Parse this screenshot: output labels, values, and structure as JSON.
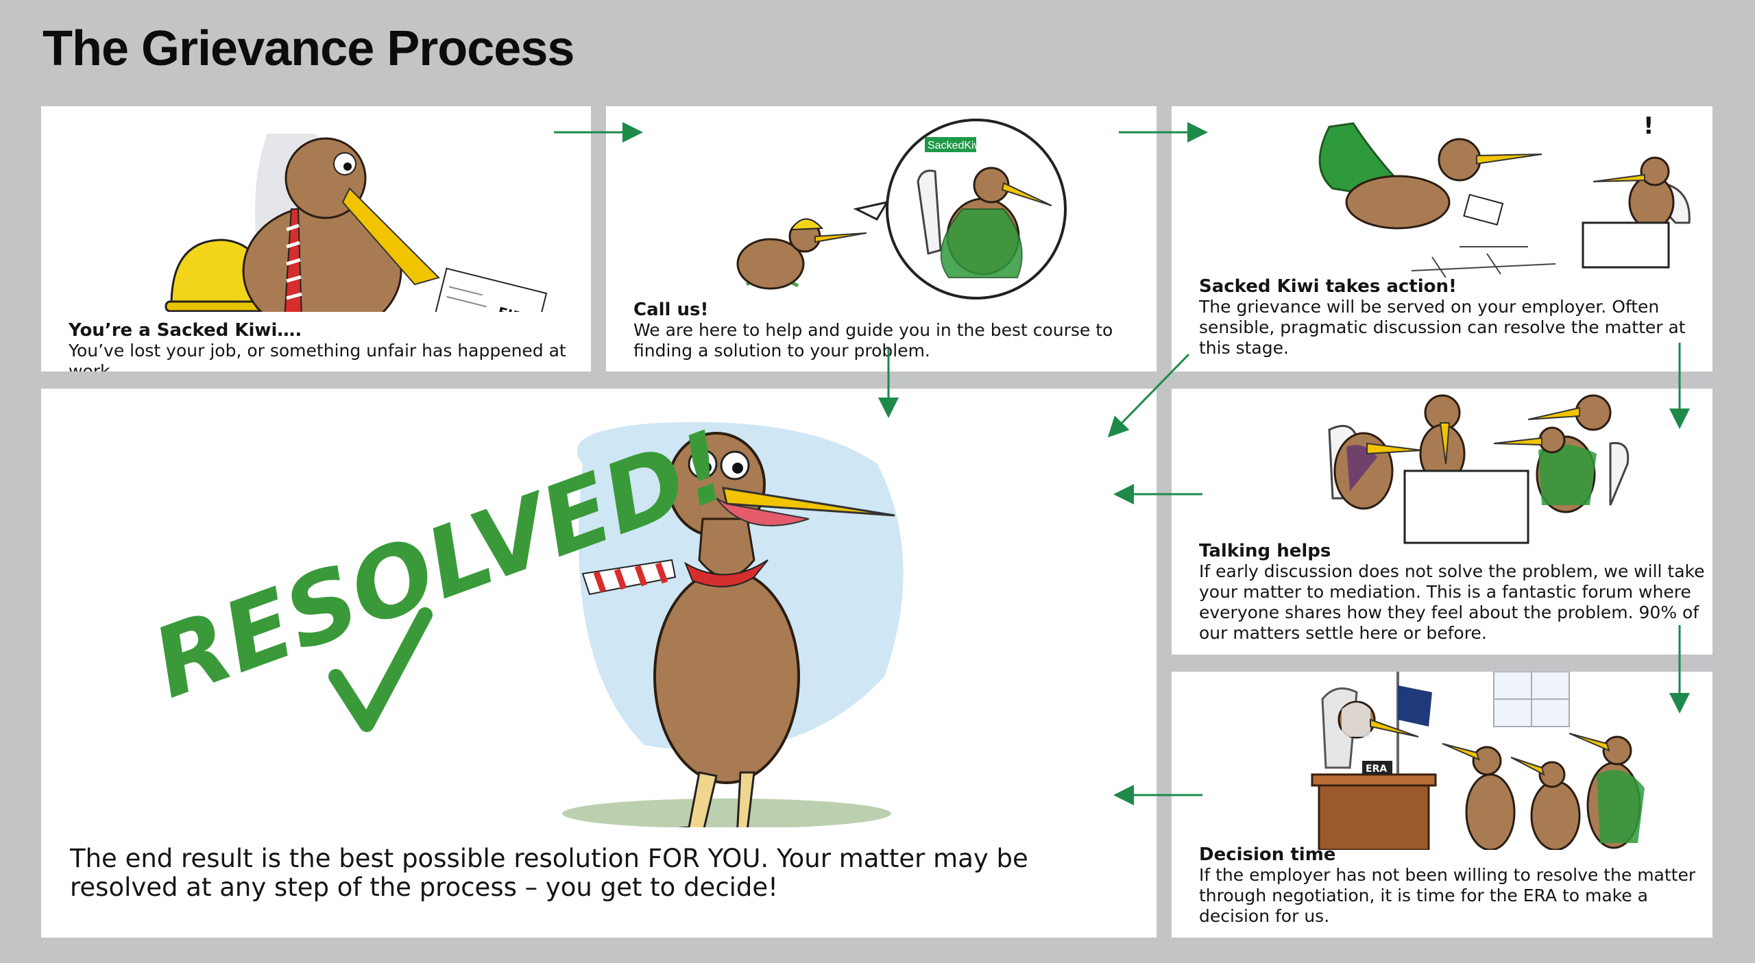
{
  "title": "The Grievance Process",
  "steps": [
    {
      "heading": "You’re a Sacked Kiwi….",
      "text": "You’ve lost your job, or something unfair has happened at work.",
      "art_label": "FIRED"
    },
    {
      "heading": "Call us!",
      "text": "We are here to help and guide you in the best course to finding a solution to your problem.",
      "art_label": "SackedKiwi"
    },
    {
      "heading": "Sacked Kiwi takes action!",
      "text": "The grievance will be served on your employer. Often sensible, pragmatic discussion can resolve the matter at this stage."
    },
    {
      "heading": "Talking helps",
      "text": "If early discussion does not solve the problem, we will take your matter to mediation. This is a fantastic forum where everyone shares how they feel about the problem. 90% of our matters settle here or before."
    },
    {
      "heading": "Decision time",
      "text": "If the employer has not been willing to resolve the matter through negotiation, it is time for the ERA to make a decision for us.",
      "art_label": "ERA"
    }
  ],
  "resolved": {
    "stamp": "RESOLVED!",
    "text": "The end result is the best possible resolution FOR YOU. Your matter may be resolved at any step of the process – you get to decide!"
  },
  "colors": {
    "arrow": "#1d8a4a",
    "stamp": "#3a9a3a",
    "kiwi": "#a97b52",
    "beak": "#f2c400",
    "background": "#c3c4c6"
  }
}
